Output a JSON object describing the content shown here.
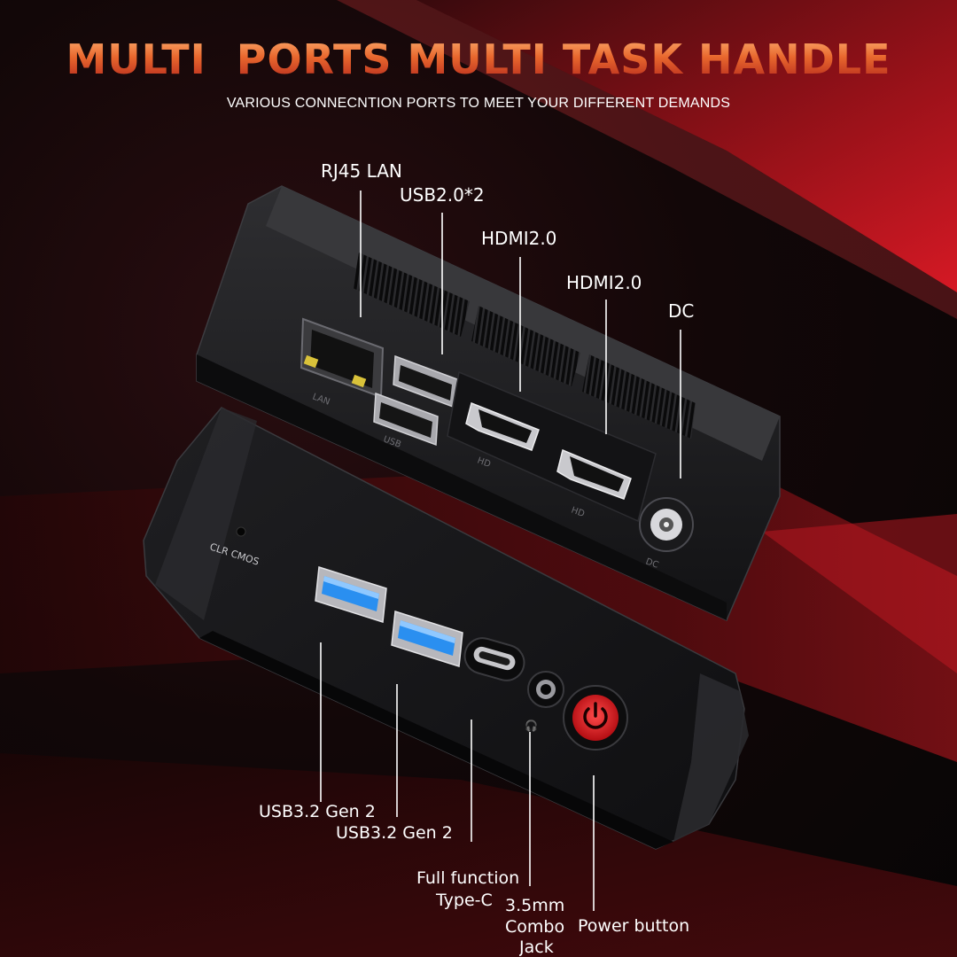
{
  "headline": "MULTI  PORTS MULTI TASK HANDLE",
  "subheadline": "VARIOUS CONNECNTION PORTS TO MEET YOUR DIFFERENT DEMANDS",
  "back_panel": {
    "callouts": {
      "rj45": "RJ45 LAN",
      "usb2": "USB2.0*2",
      "hdmi_a": "HDMI2.0",
      "hdmi_b": "HDMI2.0",
      "dc": "DC"
    },
    "engraved": {
      "lan": "LAN",
      "usb": "USB",
      "hd_a": "HD",
      "hd_b": "HD",
      "dc": "DC"
    }
  },
  "front_panel": {
    "clr_cmos": "CLR CMOS",
    "callouts": {
      "usb32_a": "USB3.2 Gen 2",
      "usb32_b": "USB3.2 Gen 2",
      "typec_line1": "Full function",
      "typec_line2": "Type-C",
      "jack_line1": "3.5mm",
      "jack_line2": "Combo",
      "jack_line3": "Jack",
      "power": "Power button"
    }
  },
  "colors": {
    "headline_top": "#ffb070",
    "headline_bottom": "#b3261b",
    "accent_red": "#c4151c",
    "usb3_blue": "#2a8ff0",
    "device_body": "#1a1a1c"
  }
}
